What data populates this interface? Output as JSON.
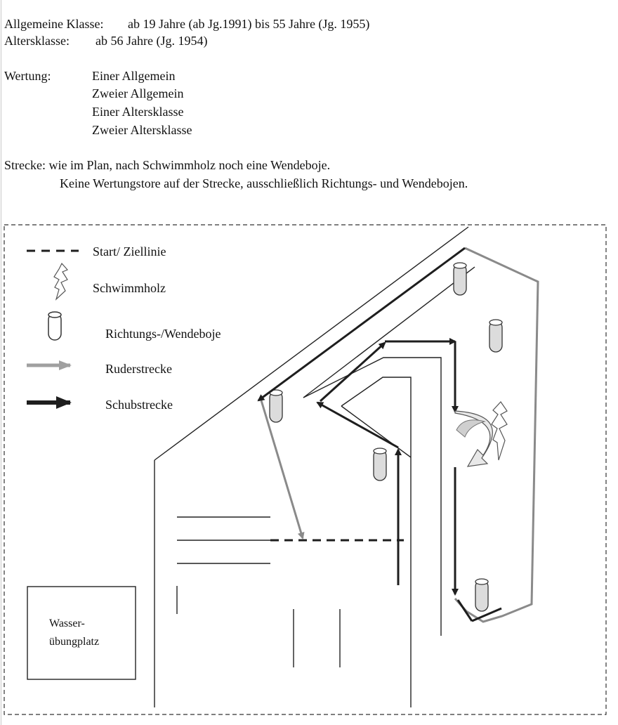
{
  "header": {
    "general_class_label": "Allgemeine Klasse:",
    "general_class_value": "ab 19 Jahre (ab Jg.1991) bis 55 Jahre (Jg. 1955)",
    "senior_class_label": "Altersklasse:",
    "senior_class_value": "ab 56 Jahre (Jg. 1954)"
  },
  "scoring": {
    "label": "Wertung:",
    "items": [
      "Einer Allgemein",
      "Zweier Allgemein",
      "Einer Altersklasse",
      "Zweier Altersklasse"
    ]
  },
  "course": {
    "line1": "Strecke: wie im Plan, nach Schwimmholz noch eine Wendeboje.",
    "line2": "Keine Wertungstore auf der Strecke, ausschließlich Richtungs- und Wendebojen."
  },
  "legend": {
    "start_finish": "Start/ Ziellinie",
    "driftwood": "Schwimmholz",
    "buoy": "Richtungs-/Wendeboje",
    "rowing_route": "Ruderstrecke",
    "push_route": "Schubstrecke"
  },
  "map": {
    "practice_area_line1": "Wasser-",
    "practice_area_line2": "übungplatz"
  },
  "colors": {
    "push_route": "#1e1e1e",
    "rowing_route": "#8a8a8a",
    "buoy_fill": "#dcdcdc",
    "turn_arrow_fill": "#e8e8e8"
  }
}
